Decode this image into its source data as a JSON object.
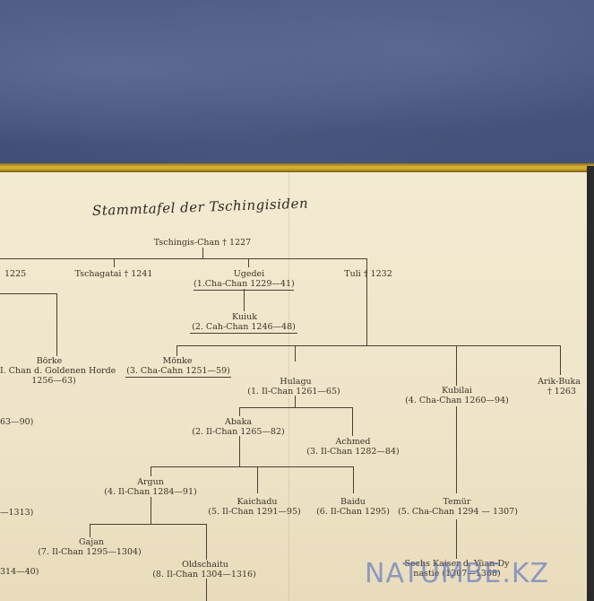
{
  "title": "Stammtafel der Tschingisiden",
  "root": "Tschingis-Chan † 1227",
  "nodes": {
    "left_1225": "1225",
    "tschagatai": "Tschagatai † 1241",
    "ugedei_name": "Ugedei",
    "ugedei_title": "(1.Cha-Chan 1229—41)",
    "tuli": "Tuli † 1232",
    "kuiuk_name": "Kuiuk",
    "kuiuk_title": "(2. Cah-Chan 1246—48)",
    "boerke_name": "Börke",
    "boerke_title": "I. Chan d. Goldenen Horde",
    "boerke_years": "1256—63)",
    "moenke_name": "Mönke",
    "moenke_title": "(3. Cha-Cahn 1251—59)",
    "hulagu_name": "Hulagu",
    "hulagu_title": "(1. Il-Chan 1261—65)",
    "kubilai_name": "Kubilai",
    "kubilai_title": "(4. Cha-Chan 1260—94)",
    "arikbuka_name": "Arik-Buka",
    "arikbuka_years": "† 1263",
    "left_90": "63—90)",
    "abaka_name": "Abaka",
    "abaka_title": "(2. Il-Chan 1265—82)",
    "achmed_name": "Achmed",
    "achmed_title": "(3. Il-Chan 1282—84)",
    "argun_name": "Argun",
    "argun_title": "(4. Il-Chan 1284—91)",
    "left_1313": "—1313)",
    "kaichadu_name": "Kaichadu",
    "kaichadu_title": "(5. Il-Chan 1291—95)",
    "baidu_name": "Baidu",
    "baidu_title": "(6. Il-Chan 1295)",
    "temur_name": "Temür",
    "temur_title": "(5. Cha-Chan 1294 — 1307)",
    "gajan_name": "Gajan",
    "gajan_title": "(7. Il-Chan 1295—1304)",
    "oldschaitu_name": "Oldschaitu",
    "oldschaitu_title": "(8. Il-Chan 1304—1316)",
    "left_1340": "314—40)",
    "bottom_1": "Sechs Kaiser d. Yüan-Dy",
    "bottom_2": "nastie (1307—1368)"
  },
  "watermark": "NATUMBE.KZ"
}
